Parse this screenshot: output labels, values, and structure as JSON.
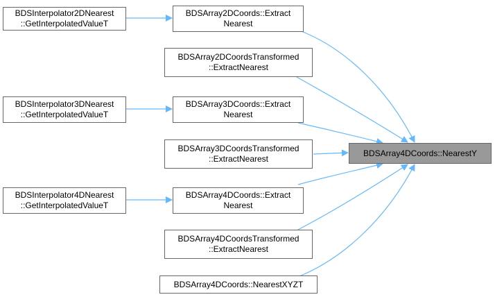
{
  "graph": {
    "colors": {
      "edge": "#63b8ff",
      "node_border": "#666666",
      "target_fill": "#999999"
    },
    "target": {
      "lines": [
        "BDSArray4DCoords::NearestY"
      ]
    },
    "nodes": [
      {
        "id": "interp2d",
        "lines": [
          "BDSInterpolator2DNearest",
          "::GetInterpolatedValueT"
        ]
      },
      {
        "id": "array2d_extract",
        "lines": [
          "BDSArray2DCoords::Extract",
          "Nearest"
        ]
      },
      {
        "id": "array2d_transformed",
        "lines": [
          "BDSArray2DCoordsTransformed",
          "::ExtractNearest"
        ]
      },
      {
        "id": "interp3d",
        "lines": [
          "BDSInterpolator3DNearest",
          "::GetInterpolatedValueT"
        ]
      },
      {
        "id": "array3d_extract",
        "lines": [
          "BDSArray3DCoords::Extract",
          "Nearest"
        ]
      },
      {
        "id": "array3d_transformed",
        "lines": [
          "BDSArray3DCoordsTransformed",
          "::ExtractNearest"
        ]
      },
      {
        "id": "interp4d",
        "lines": [
          "BDSInterpolator4DNearest",
          "::GetInterpolatedValueT"
        ]
      },
      {
        "id": "array4d_extract",
        "lines": [
          "BDSArray4DCoords::Extract",
          "Nearest"
        ]
      },
      {
        "id": "array4d_transformed",
        "lines": [
          "BDSArray4DCoordsTransformed",
          "::ExtractNearest"
        ]
      },
      {
        "id": "nearest_xyzt",
        "lines": [
          "BDSArray4DCoords::NearestXYZT"
        ]
      }
    ]
  }
}
